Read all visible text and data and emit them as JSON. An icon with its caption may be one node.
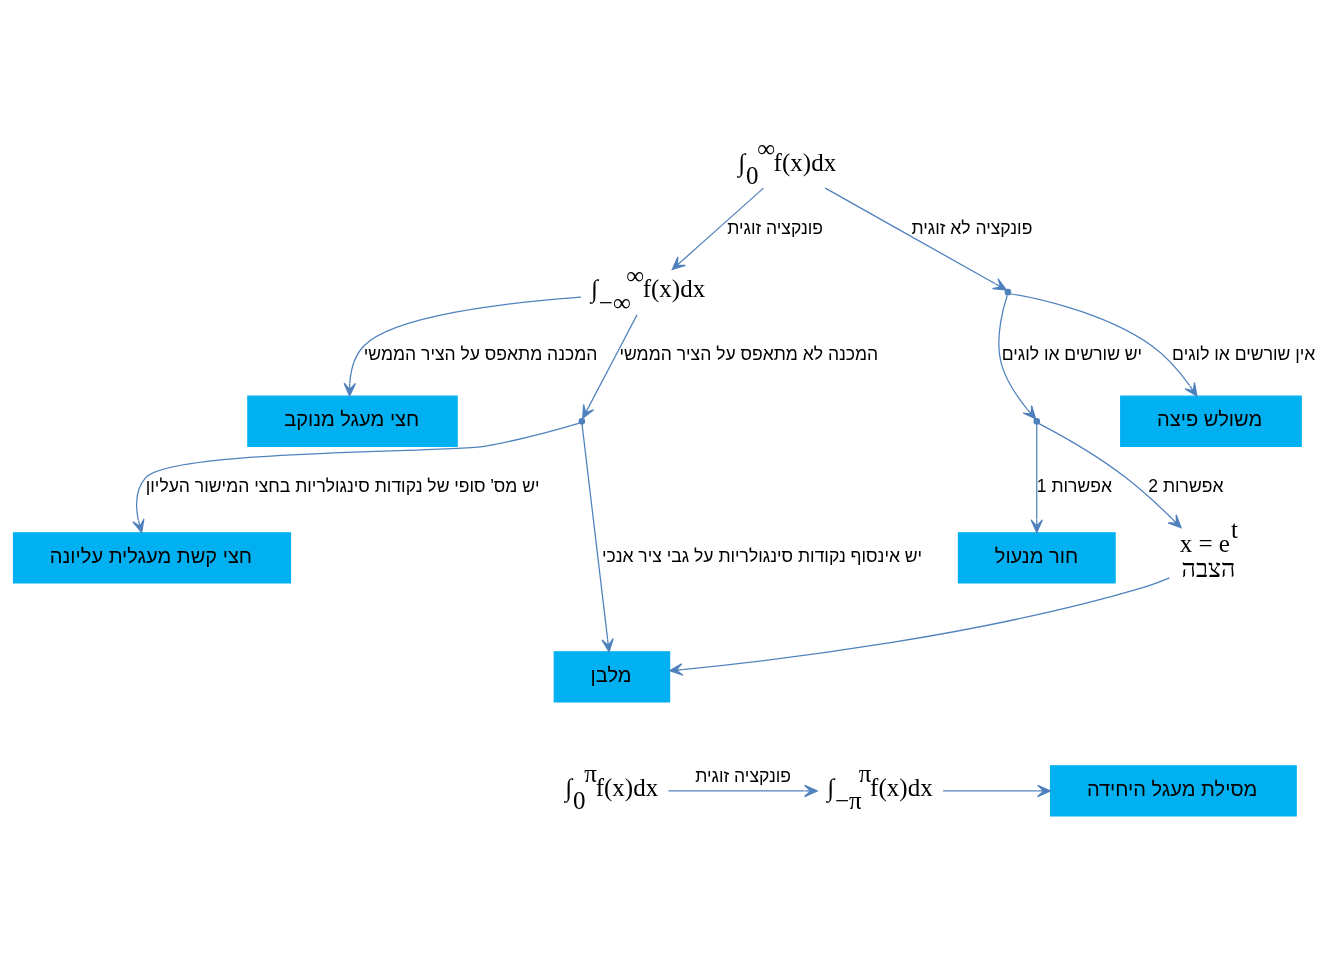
{
  "diagram": {
    "nodes": [
      {
        "text": [
          "∫$_{0}$$^{∞}$f(x)dx"
        ]
      },
      {
        "text": [
          "∫$_{−∞}$$^{∞}$f(x)dx"
        ]
      },
      {
        "text": [],
        "shape": "point"
      },
      {
        "text": [],
        "shape": "point"
      },
      {
        "text": [
          "חצי מעגל מנוקב"
        ]
      },
      {
        "text": [
          "חור מנעול"
        ]
      },
      {
        "text": [
          "x = e$^{t}$",
          "הצבה"
        ]
      },
      {
        "text": [
          "משולש פיצה"
        ]
      },
      {
        "text": [],
        "shape": "point"
      },
      {
        "text": [
          "חצי קשת מעגלית עליונה"
        ]
      },
      {
        "text": [
          "מלבן"
        ]
      },
      {
        "text": [
          "∫$_{0}$$^{π}$f(x)dx"
        ]
      },
      {
        "text": [
          "∫$_{−π}$$^{π}$f(x)dx"
        ]
      },
      {
        "text": [
          "מסילת מעגל היחידה"
        ]
      }
    ],
    "edges": [
      {
        "from": 0,
        "to": 1,
        "arrow": "to",
        "label": "פונקציה זוגית"
      },
      {
        "from": 0,
        "to": 2,
        "arrow": "to",
        "label": "פונקציה לא זוגית"
      },
      {
        "from": 2,
        "to": 3,
        "arrow": "to",
        "label": "יש שורשים או לוגים"
      },
      {
        "from": 2,
        "to": 7,
        "arrow": "to",
        "label": "אין שורשים או לוגים"
      },
      {
        "from": 3,
        "to": 5,
        "arrow": "to",
        "label": "אפשרות 1"
      },
      {
        "from": 3,
        "to": 6,
        "arrow": "to",
        "label": "אפשרות 2"
      },
      {
        "from": 1,
        "to": 4,
        "arrow": "to",
        "label": "המכנה מתאפס על הציר הממשי"
      },
      {
        "from": 1,
        "to": 8,
        "arrow": "to",
        "label": "המכנה לא מתאפס על הציר הממשי"
      },
      {
        "from": 8,
        "to": 9,
        "arrow": "to",
        "label": "יש מס' סופי של נקודות סינגולריות בחצי המישור העליון"
      },
      {
        "from": 8,
        "to": 10,
        "arrow": "to",
        "label": "יש אינסוף נקודות סינגולריות על גבי ציר אנכי"
      },
      {
        "from": 6,
        "to": 10,
        "arrow": "to"
      },
      {
        "from": 11,
        "to": 12,
        "arrow": "to",
        "label": "פונקציה זוגית"
      },
      {
        "from": 12,
        "to": 13,
        "arrow": "to"
      }
    ]
  }
}
